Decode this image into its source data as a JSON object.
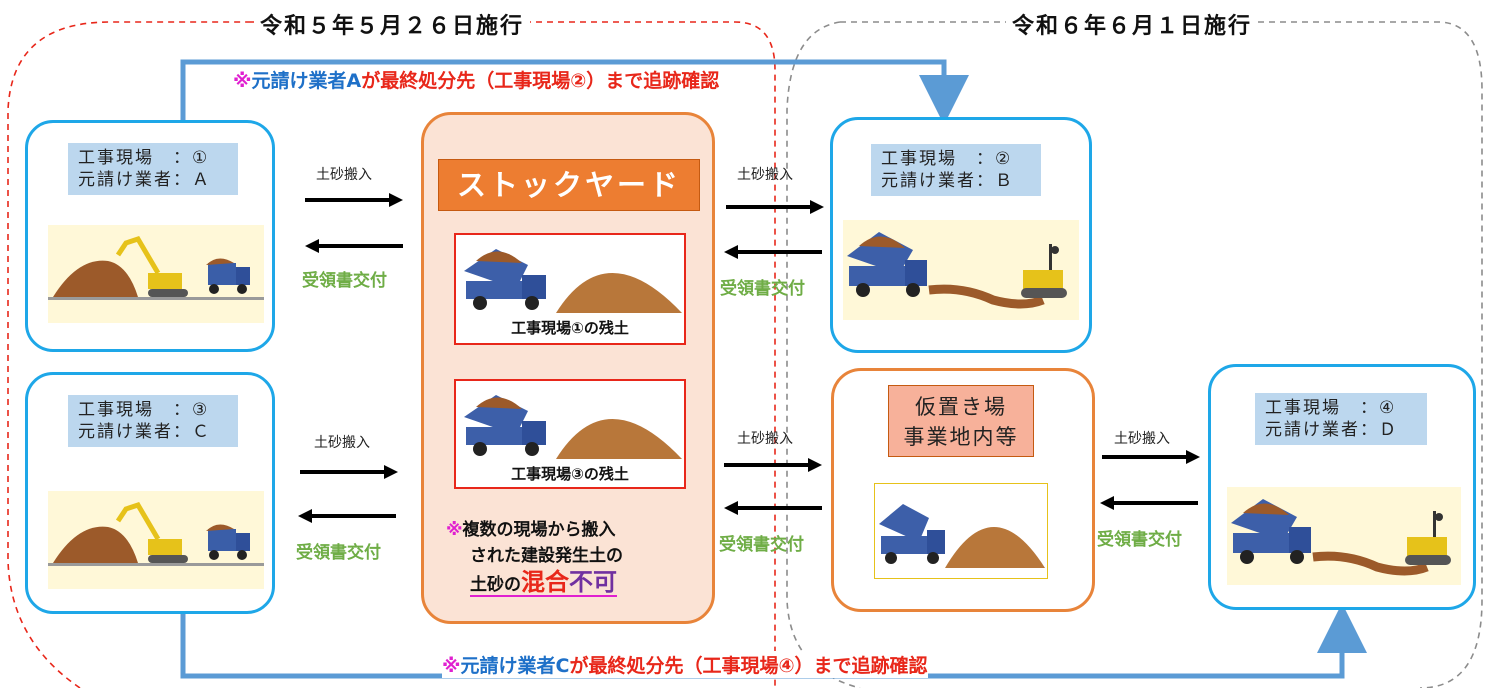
{
  "regions": {
    "left_label": "令和５年５月２６日施行",
    "right_label": "令和６年６月１日施行"
  },
  "tracking_notes": {
    "top": {
      "mark": "※",
      "contractor": "元請け業者A",
      "rest": "が最終処分先（工事現場②）まで追跡確認"
    },
    "bottom": {
      "mark": "※",
      "contractor": "元請け業者C",
      "rest": "が最終処分先（工事現場④）まで追跡確認"
    }
  },
  "sites": [
    {
      "id": "1",
      "site_line": "工事現場　：①",
      "contractor_line": "元請け業者：Ａ"
    },
    {
      "id": "2",
      "site_line": "工事現場　：②",
      "contractor_line": "元請け業者：Ｂ"
    },
    {
      "id": "3",
      "site_line": "工事現場　：③",
      "contractor_line": "元請け業者：Ｃ"
    },
    {
      "id": "4",
      "site_line": "工事現場　：④",
      "contractor_line": "元請け業者：Ｄ"
    }
  ],
  "stockyard": {
    "title": "ストックヤード",
    "pile1_caption": "工事現場①の残土",
    "pile2_caption": "工事現場③の残土",
    "note_mark": "※",
    "note_line1": "複数の現場から搬入",
    "note_line2": "された建設発生土の",
    "note_line3_prefix": "土砂の",
    "note_line3_mix": "混合",
    "note_line3_no": "不可"
  },
  "temp_storage": {
    "line1": "仮置き場",
    "line2": "事業地内等"
  },
  "arrows": {
    "soil_in": "土砂搬入",
    "receipt": "受領書交付"
  },
  "colors": {
    "site_border": "#1ea7e8",
    "stockyard_border": "#e8843a",
    "stockyard_title_bg": "#ed7d31",
    "receipt_green": "#6fad46",
    "tracking_arrow": "#5b9bd5",
    "left_region_dash": "#e8271a",
    "right_region_dash": "#8c8c8c"
  }
}
